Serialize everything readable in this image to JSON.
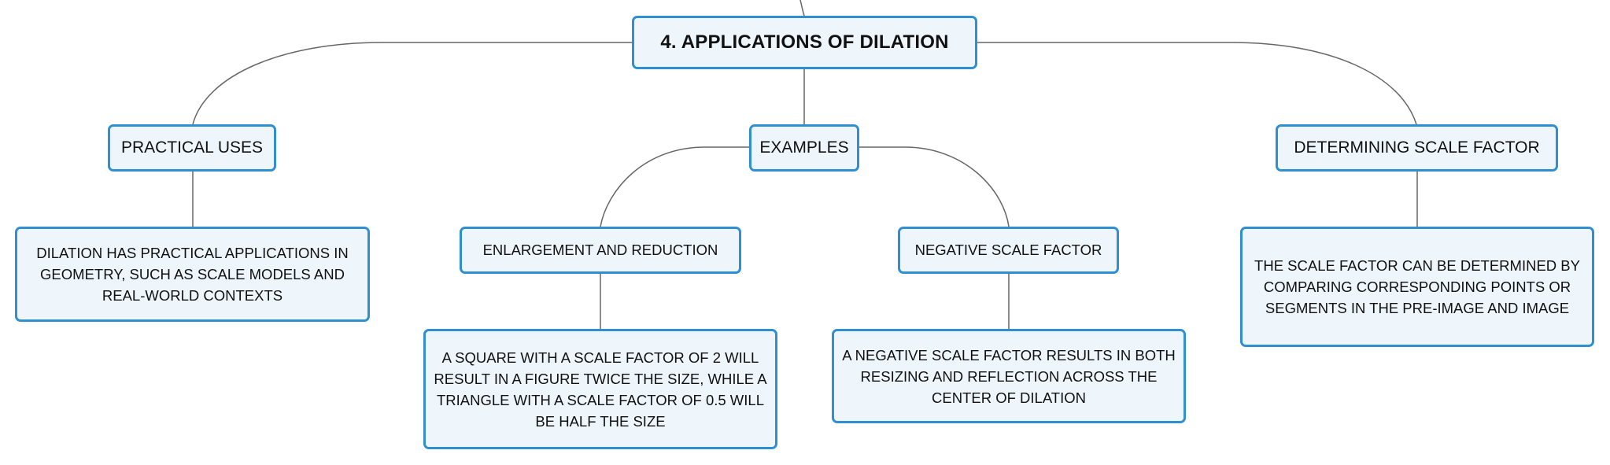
{
  "diagram": {
    "root": {
      "label": "4. APPLICATIONS OF DILATION"
    },
    "practical_uses": {
      "label": "PRACTICAL USES",
      "detail": "DILATION HAS PRACTICAL APPLICATIONS IN GEOMETRY, SUCH AS SCALE MODELS AND REAL-WORLD CONTEXTS"
    },
    "examples": {
      "label": "EXAMPLES",
      "enlargement": {
        "label": "ENLARGEMENT AND REDUCTION",
        "detail": "A SQUARE WITH A SCALE FACTOR OF 2 WILL RESULT IN A FIGURE TWICE THE SIZE, WHILE A TRIANGLE WITH A SCALE FACTOR OF 0.5 WILL BE HALF THE SIZE"
      },
      "negative": {
        "label": "NEGATIVE SCALE FACTOR",
        "detail": "A NEGATIVE SCALE FACTOR RESULTS IN BOTH RESIZING AND REFLECTION ACROSS THE CENTER OF DILATION"
      }
    },
    "determining": {
      "label": "DETERMINING SCALE FACTOR",
      "detail": "THE SCALE FACTOR CAN BE DETERMINED BY COMPARING CORRESPONDING POINTS OR SEGMENTS IN THE PRE-IMAGE AND IMAGE"
    }
  }
}
